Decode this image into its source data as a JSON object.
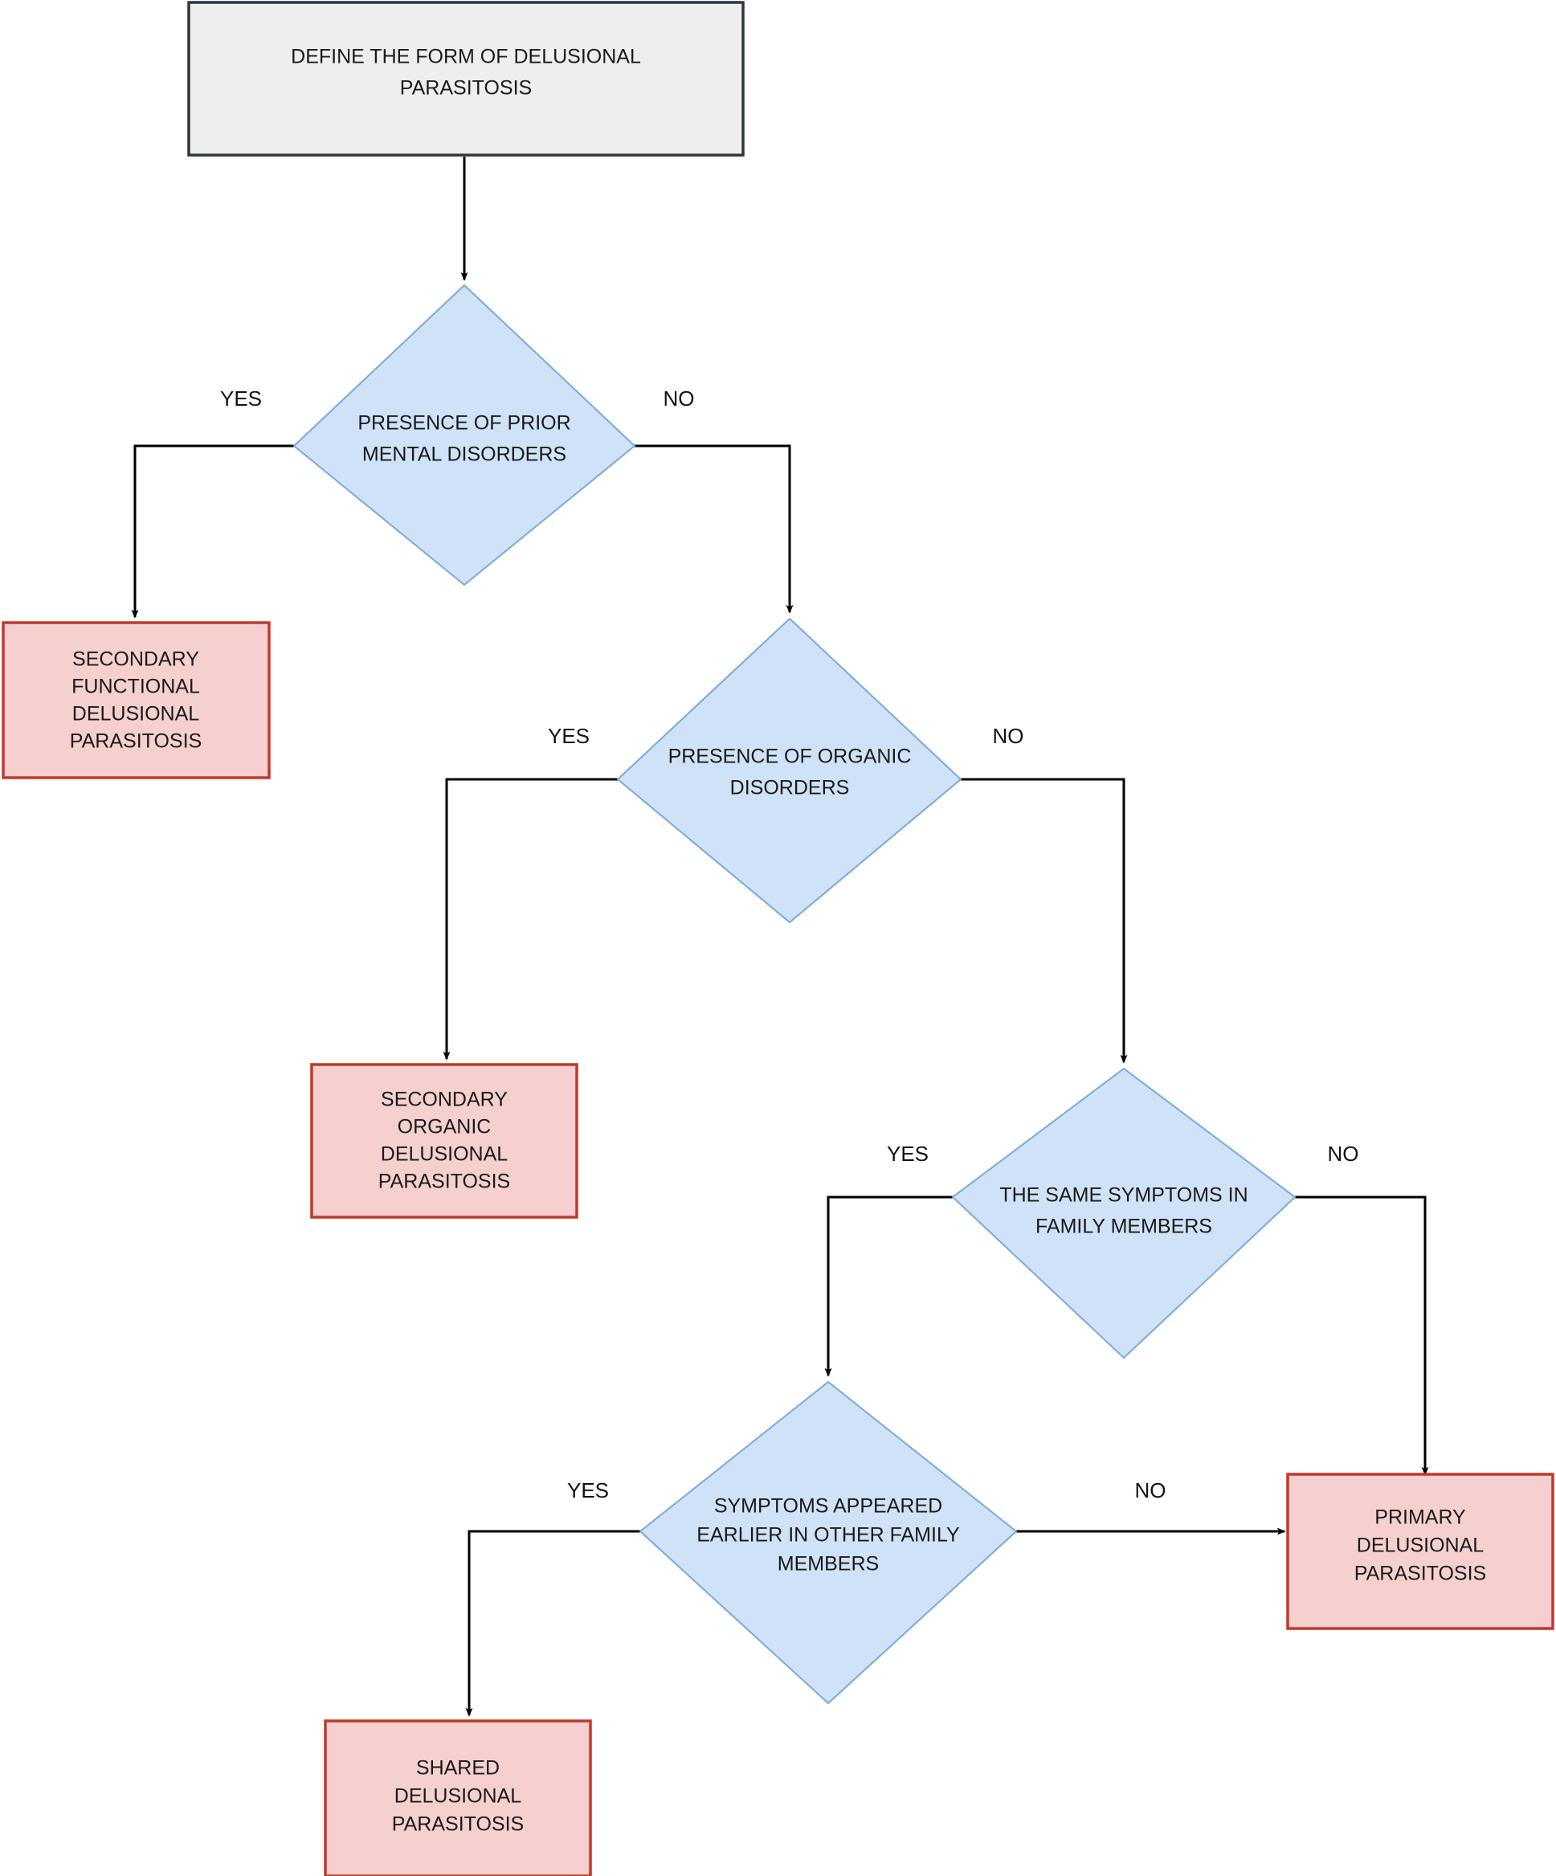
{
  "diagram": {
    "title": "Delusional parasitosis classification flowchart",
    "colors": {
      "process_fill": "#eeeeee",
      "process_stroke": "#2f3640",
      "decision_fill": "#cfe2f7",
      "decision_stroke": "#7aa9d6",
      "terminal_fill": "#f6cfcf",
      "terminal_stroke": "#c0392b",
      "connector": "#000000",
      "text": "#1a1a1a",
      "background": "#ffffff"
    },
    "nodes": {
      "start": {
        "type": "process",
        "lines": [
          "DEFINE THE FORM OF DELUSIONAL",
          "PARASITOSIS"
        ]
      },
      "decision_mental": {
        "type": "decision",
        "lines": [
          "PRESENCE OF PRIOR",
          "MENTAL DISORDERS"
        ]
      },
      "outcome_functional": {
        "type": "terminal",
        "lines": [
          "SECONDARY",
          "FUNCTIONAL",
          "DELUSIONAL",
          "PARASITOSIS"
        ]
      },
      "decision_organic": {
        "type": "decision",
        "lines": [
          "PRESENCE OF ORGANIC",
          "DISORDERS"
        ]
      },
      "outcome_organic": {
        "type": "terminal",
        "lines": [
          "SECONDARY",
          "ORGANIC",
          "DELUSIONAL",
          "PARASITOSIS"
        ]
      },
      "decision_family": {
        "type": "decision",
        "lines": [
          "THE SAME SYMPTOMS IN",
          "FAMILY MEMBERS"
        ]
      },
      "decision_earlier": {
        "type": "decision",
        "lines": [
          "SYMPTOMS APPEARED",
          "EARLIER IN OTHER FAMILY",
          "MEMBERS"
        ]
      },
      "outcome_primary": {
        "type": "terminal",
        "lines": [
          "PRIMARY",
          "DELUSIONAL",
          "PARASITOSIS"
        ]
      },
      "outcome_shared": {
        "type": "terminal",
        "lines": [
          "SHARED",
          "DELUSIONAL",
          "PARASITOSIS"
        ]
      }
    },
    "edge_labels": {
      "mental_yes": "YES",
      "mental_no": "NO",
      "organic_yes": "YES",
      "organic_no": "NO",
      "family_yes": "YES",
      "family_no": "NO",
      "earlier_yes": "YES",
      "earlier_no": "NO"
    }
  }
}
